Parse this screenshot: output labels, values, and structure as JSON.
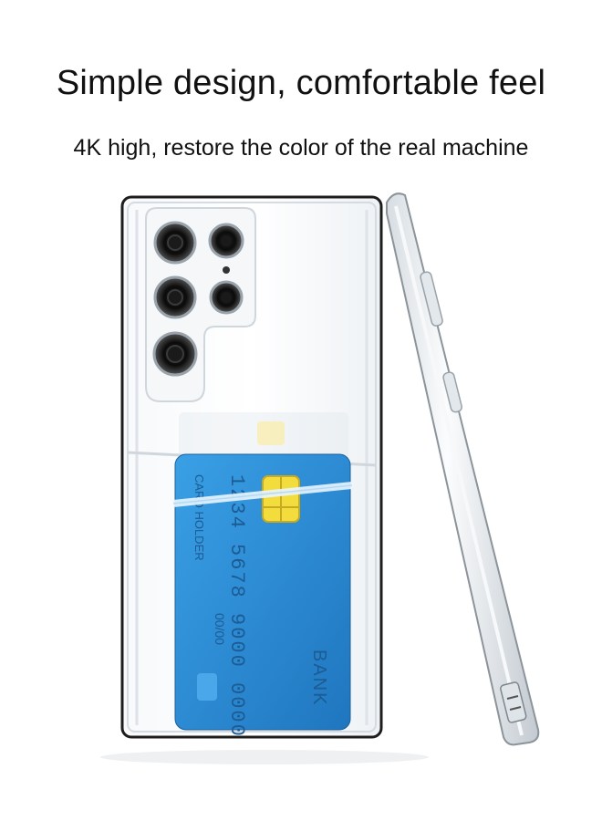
{
  "headline": "Simple design, comfortable feel",
  "subheadline": "4K high, restore the color of the real machine",
  "card": {
    "number_line_1": "1234 5678 9000 0000",
    "holder_label": "CARD HOLDER",
    "expiry": "00/00",
    "bank": "BANK",
    "color": "#2f8fd6"
  },
  "case": {
    "material_color": "#e9eef2",
    "edge_color": "#c9d1d8"
  },
  "icons": [
    "camera-lens-icon",
    "chip-icon"
  ]
}
